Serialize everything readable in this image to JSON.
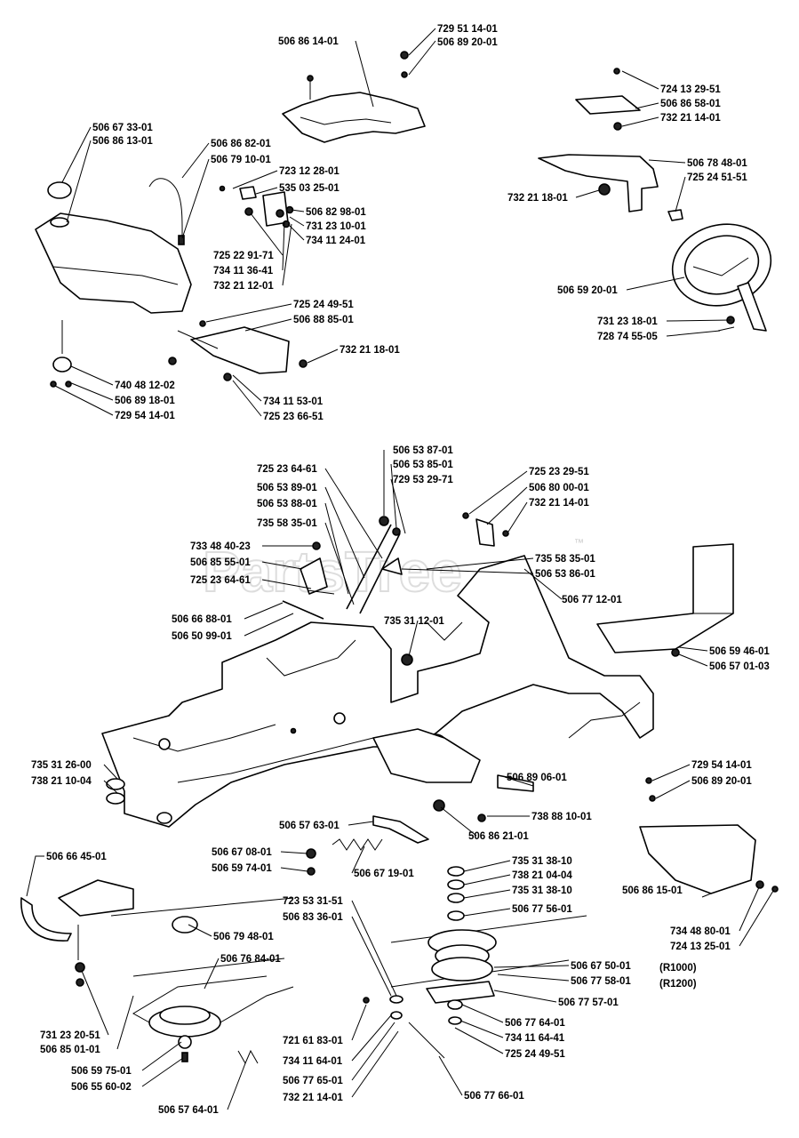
{
  "watermark": {
    "text": "PartsTree",
    "trademark": "™"
  },
  "parts": {
    "seat_shell_top": "506 86 14-01",
    "seat_bolt_a": "729 51 14-01",
    "seat_bolt_b": "506 89 20-01",
    "fuel_cap": "506 67 33-01",
    "fuel_tank": "506 86 13-01",
    "fuel_line": "506 86 82-01",
    "fuel_clip": "506 79 10-01",
    "bracket_screw": "723 12 28-01",
    "bracket_plate": "535 03 25-01",
    "bracket_nut_a": "506 82 98-01",
    "bracket_washer": "731 23 10-01",
    "bracket_nut_b": "734 11 24-01",
    "bracket_bolt": "725 22 91-71",
    "bracket_nut_c": "734 11 36-41",
    "bracket_nut_d": "732 21 12-01",
    "tray_screw": "725 24 49-51",
    "tray": "506 88 85-01",
    "tray_nut": "732 21 18-01",
    "tank_valve": "740 48 12-02",
    "tank_valve_washer": "506 89 18-01",
    "tank_valve_screw": "729 54 14-01",
    "tray_nut_b": "734 11 53-01",
    "tray_bolt_b": "725 23 66-51",
    "steer_screw": "724 13 29-51",
    "steer_plate": "506 86 58-01",
    "steer_nut": "732 21 14-01",
    "steer_bracket": "506 78 48-01",
    "steer_bolt": "725 24 51-51",
    "steer_nut_b": "732 21 18-01",
    "steering_wheel": "506 59 20-01",
    "steer_washer": "731 23 18-01",
    "steer_pin": "728 74 55-05",
    "lever_bolt": "725 23 64-61",
    "lever_a": "506 53 89-01",
    "lever_b": "506 53 88-01",
    "lever_spring": "735 58 35-01",
    "lever_knob_a": "506 53 87-01",
    "lever_knob_b": "506 53 85-01",
    "lever_bolt_b": "729 53 29-71",
    "mount_bolt": "725 23 29-51",
    "mount_plate": "506 80 00-01",
    "mount_nut": "732 21 14-01",
    "lever_spring_b": "735 58 35-01",
    "lever_link": "506 53 86-01",
    "clip_a": "733 48 40-23",
    "lever_holder": "506 85 55-01",
    "lever_bolt_c": "725 23 64-61",
    "rod_a": "506 66 88-01",
    "rod_b": "506 50 99-01",
    "frame_pin": "735 31 12-01",
    "frame": "506 77 12-01",
    "foot_plate": "506 59 46-01",
    "foot_screw": "506 57 01-03",
    "bushing_a": "735 31 26-00",
    "bushing_b": "738 21 10-04",
    "axle_pin": "506 89 06-01",
    "axle_nut": "738 88 10-01",
    "axle_bushing": "506 86 21-01",
    "spring_bracket": "506 57 63-01",
    "clip_b": "506 67 08-01",
    "clip_nut": "506 59 74-01",
    "tension_spring": "506 67 19-01",
    "pulley_washer_a": "735 31 38-10",
    "pulley_bushing": "738 21 04-04",
    "pulley_washer_b": "735 31 38-10",
    "pulley_spacer": "506 77 56-01",
    "cover_screw": "729 54 14-01",
    "cover_washer": "506 89 20-01",
    "belt_guard_lever": "506 66 45-01",
    "idler_bolt": "723 53 31-51",
    "idler_arm": "506 83 36-01",
    "idler_pulley": "506 79 48-01",
    "belt": "506 76 84-01",
    "drive_pulley_a": "506 67 50-01",
    "drive_pulley_b": "506 77 58-01",
    "belt_guide": "506 77 57-01",
    "pulley_cover": "506 86 15-01",
    "cover_nut": "734 48 80-01",
    "cover_bolt": "724 13 25-01",
    "variant_a": "(R1000)",
    "variant_b": "(R1200)",
    "guide_washer": "731 23 20-51",
    "guide_bushing": "506 85 01-01",
    "pulley_washer_c": "506 77 64-01",
    "pulley_nut": "734 11 64-41",
    "pulley_screw": "725 24 49-51",
    "idler_nut": "721 61 83-01",
    "idler_nut_b": "734 11 64-01",
    "idler_spacer": "506 77 65-01",
    "idler_nut_c": "732 21 14-01",
    "idler_spring": "506 77 66-01",
    "pulley_key": "506 59 75-01",
    "pulley_screw_b": "506 55 60-02",
    "belt_finger": "506 57 64-01"
  }
}
